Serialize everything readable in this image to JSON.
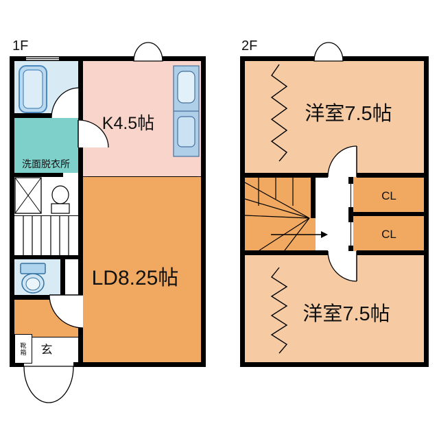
{
  "floor1": {
    "label": "1F",
    "kitchen": "K4.5帖",
    "washroom": "洗面脱衣所",
    "living": "LD8.25帖",
    "entrance": "玄",
    "shoebox": "靴箱"
  },
  "floor2": {
    "label": "2F",
    "room_top": "洋室7.5帖",
    "room_bottom": "洋室7.5帖",
    "closet_top": "CL",
    "closet_bottom": "CL"
  },
  "colors": {
    "background": "#FFFFFF",
    "wall": "#000000",
    "kitchen_floor": "#F9D4CA",
    "living_floor": "#F1A961",
    "bedroom_floor": "#F6CBA3",
    "washroom_floor": "#7ED0CA",
    "wet_area_floor": "#D8EBF4",
    "fixture_blue": "#AFCFE9",
    "closet_floor": "#F1A961"
  }
}
